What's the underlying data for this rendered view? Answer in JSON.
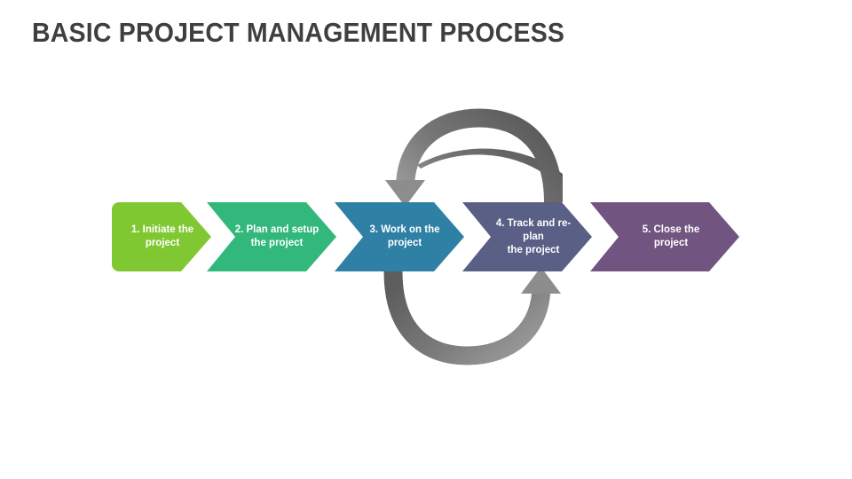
{
  "slide": {
    "title": "BASIC PROJECT MANAGEMENT PROCESS",
    "background_color": "#ffffff",
    "title_color": "#3f3f3f"
  },
  "process": {
    "steps": [
      {
        "number": "1.",
        "label": "1. Initiate the\nproject",
        "color": "#80c832",
        "shape": "chevron-rounded-start"
      },
      {
        "number": "2.",
        "label": "2. Plan and setup\nthe project",
        "color": "#33b87c",
        "shape": "chevron"
      },
      {
        "number": "3.",
        "label": "3. Work on the\nproject",
        "color": "#2f80a5",
        "shape": "chevron"
      },
      {
        "number": "4.",
        "label": "4. Track and re-\nplan\nthe project",
        "color": "#5a5f85",
        "shape": "chevron"
      },
      {
        "number": "5.",
        "label": "5. Close the\nproject",
        "color": "#725480",
        "shape": "chevron-pointed-end"
      }
    ]
  },
  "cycle": {
    "top_arrow_name": "cycle-arrow-top",
    "bottom_arrow_name": "cycle-arrow-bottom",
    "arrow_color_dark": "#5f5f5f",
    "arrow_color_light": "#9a9a9a"
  }
}
